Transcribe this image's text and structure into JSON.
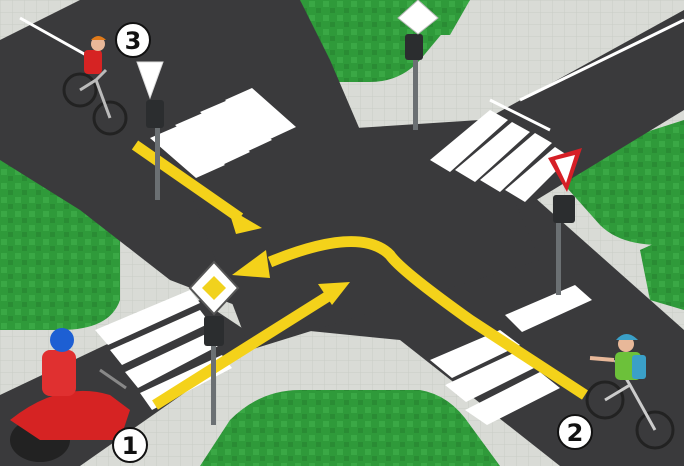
{
  "scene": {
    "markers": [
      {
        "id": "1",
        "text": "1"
      },
      {
        "id": "2",
        "text": "2"
      },
      {
        "id": "3",
        "text": "3"
      }
    ],
    "colors": {
      "asphalt": "#3a3a3c",
      "sidewalk": "#d6d8d4",
      "grass": "#2f9a3a",
      "stripe": "#ffffff",
      "arrow": "#f4d21a",
      "sign_red": "#d61f26",
      "priority_yellow": "#f1d21d",
      "moto_red": "#d62323",
      "helmet_blue": "#1d5fd3"
    },
    "icons": [
      "yield-sign-icon",
      "priority-road-sign-icon",
      "traffic-light-icon",
      "motorcycle-icon",
      "bicycle-icon"
    ]
  }
}
